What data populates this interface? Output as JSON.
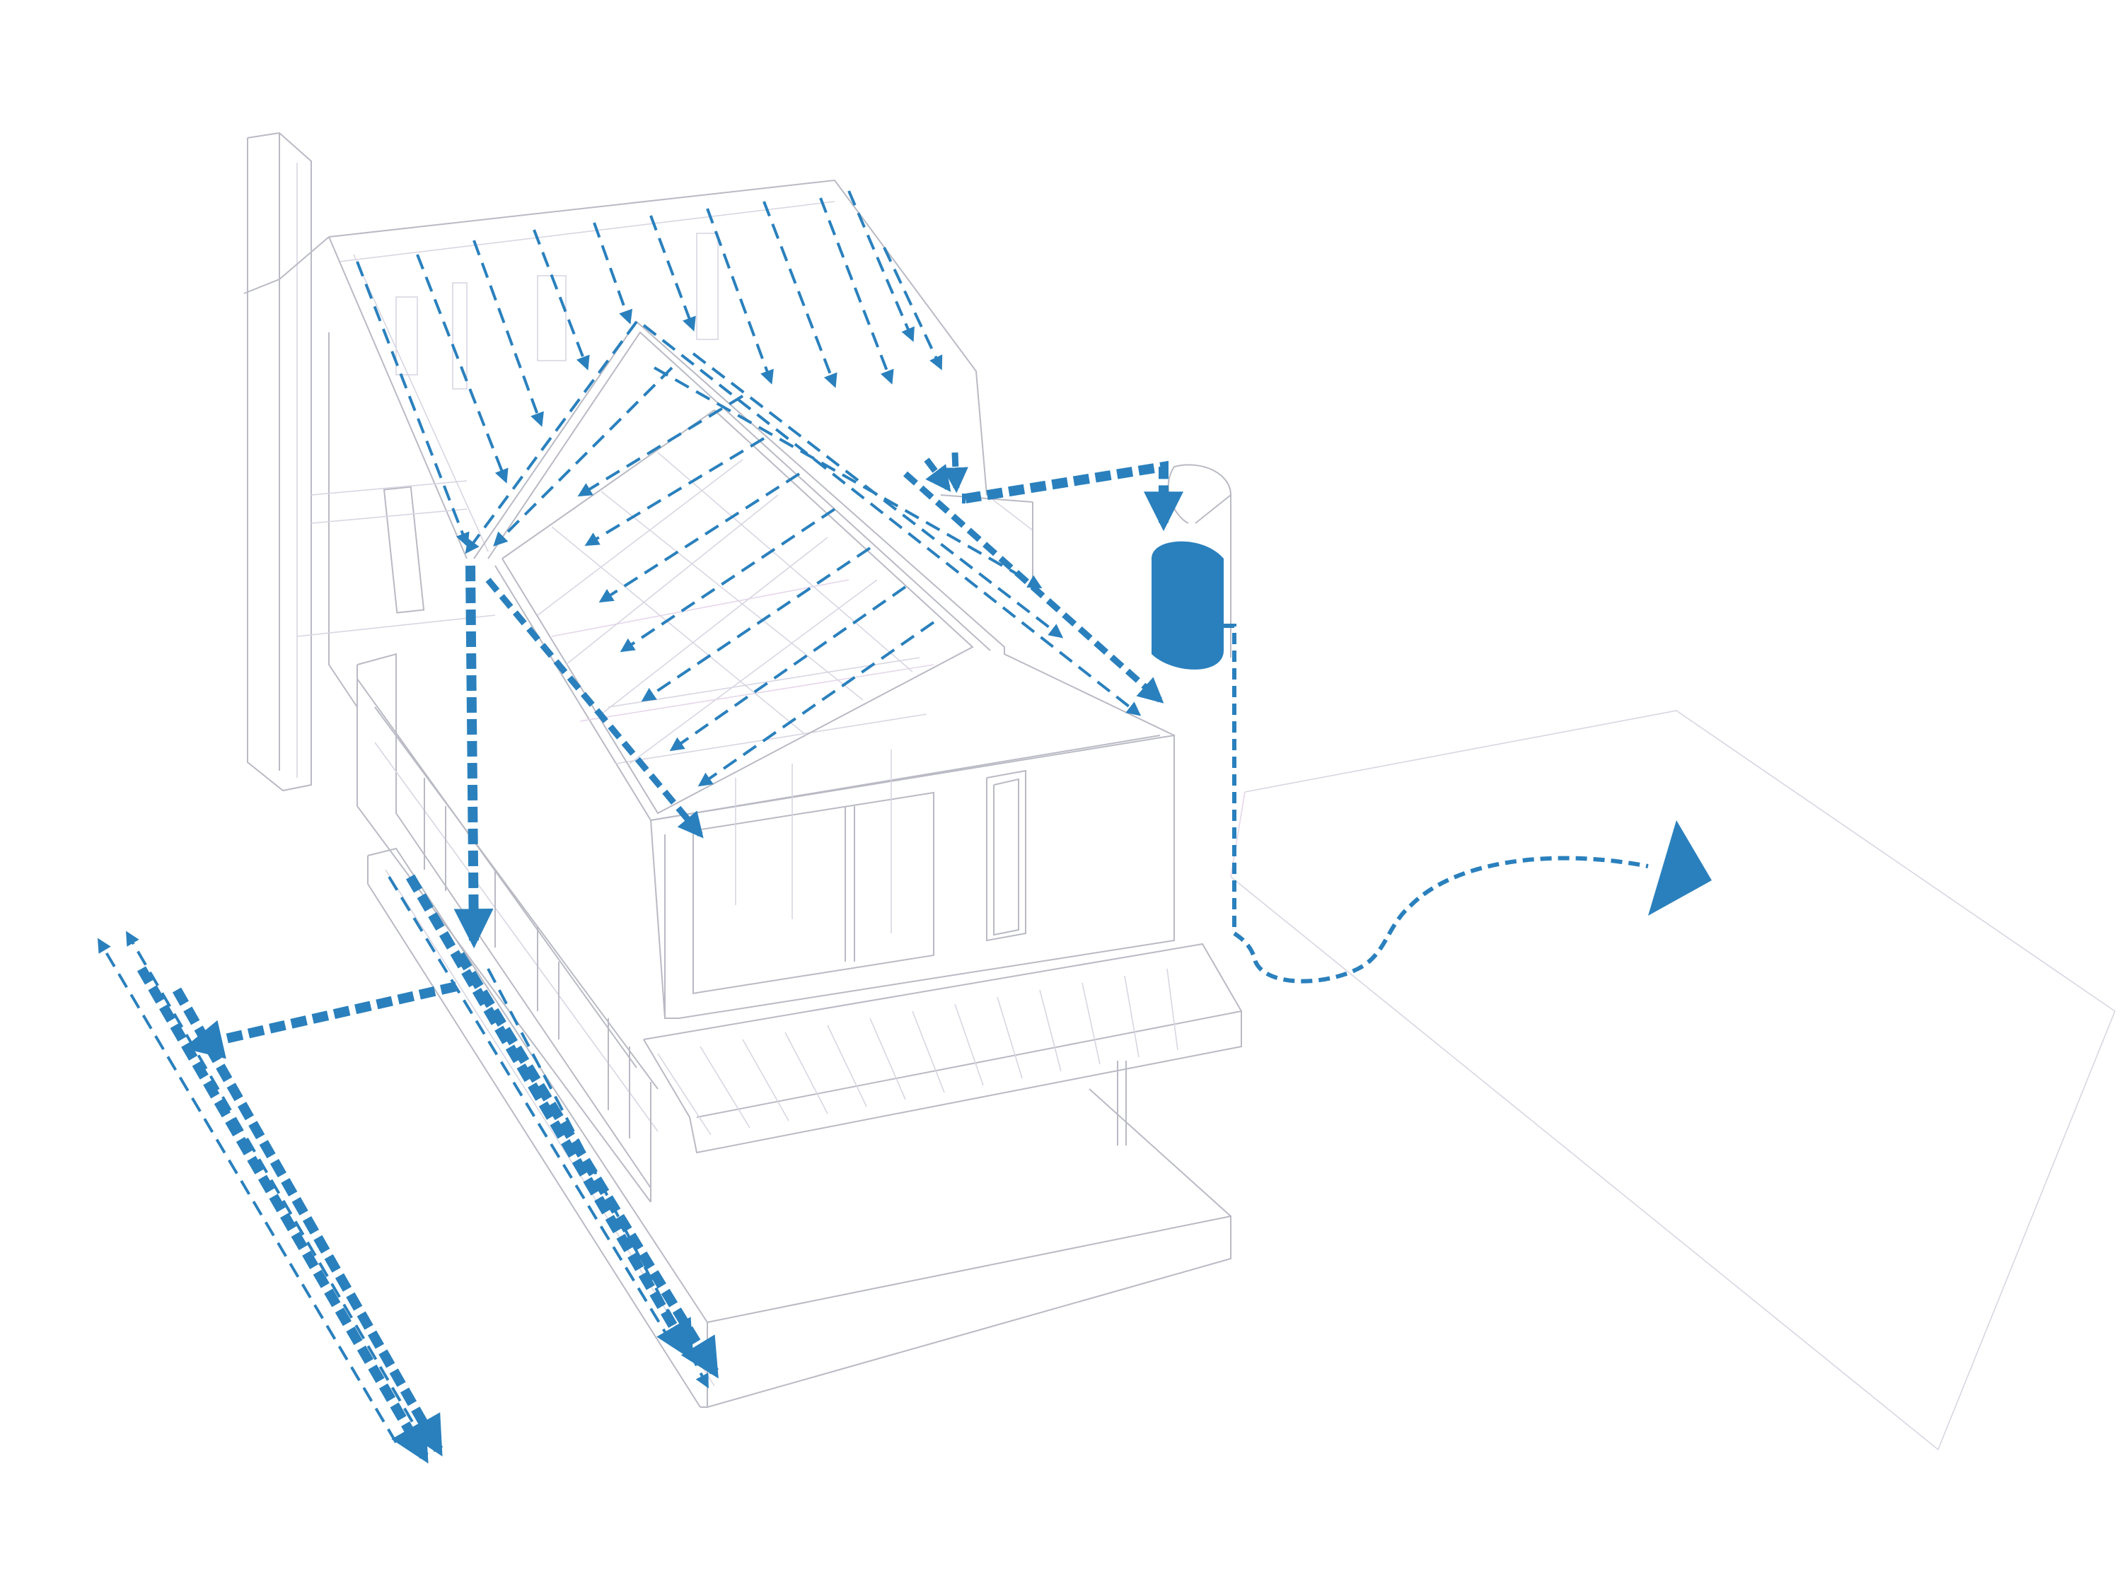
{
  "diagram": {
    "colors": {
      "water_flow": "#2a80bd",
      "structure_line": "#b9bac4",
      "faint_line": "#d8d6e2",
      "background": "#ffffff"
    },
    "elements": [
      "house-structure",
      "roof-runoff-arrows",
      "gutter-flow",
      "rain-barrel-icon",
      "downspout-pipe",
      "infiltration-trench",
      "yard-outflow-arrow",
      "lot-outline"
    ]
  }
}
